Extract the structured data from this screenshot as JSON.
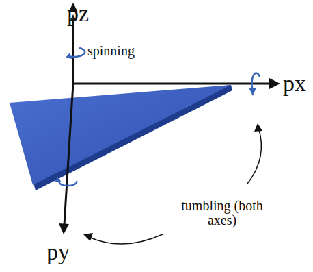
{
  "diagram": {
    "labels": [
      "pz",
      "spinning",
      "px",
      "tumbling (both axes)",
      "py"
    ]
  }
}
